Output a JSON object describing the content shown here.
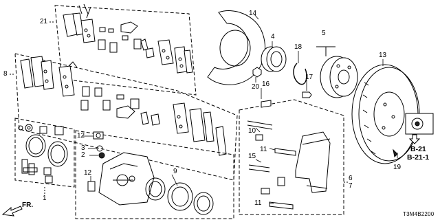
{
  "callouts": {
    "c1": "1",
    "c2": "2",
    "c3": "3",
    "c4": "4",
    "c5": "5",
    "c6": "6",
    "c7": "7",
    "c8": "8",
    "c9": "9",
    "c10": "10",
    "c11a": "11",
    "c11b": "11",
    "c12a": "12",
    "c12b": "12",
    "c13": "13",
    "c14": "14",
    "c15": "15",
    "c16": "16",
    "c17": "17",
    "c18": "18",
    "c19": "19",
    "c20": "20",
    "c21": "21"
  },
  "references": {
    "ref1": "B-21",
    "ref2": "B-21-1"
  },
  "direction_label": "FR.",
  "diagram_code": "T3M4B2200",
  "colors": {
    "line": "#000000",
    "background": "#ffffff",
    "fill_light": "#ffffff",
    "fill_dark": "#222222"
  }
}
